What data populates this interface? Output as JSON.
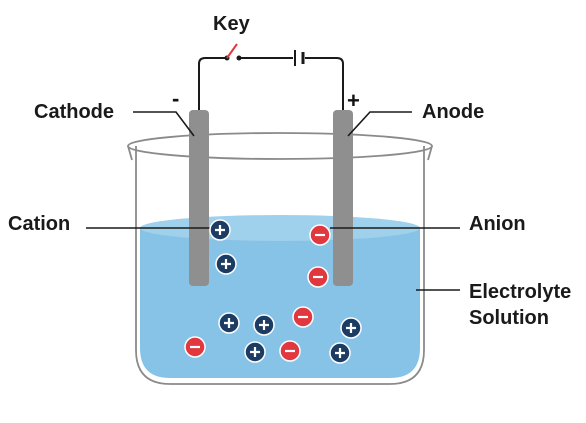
{
  "labels": {
    "key": "Key",
    "cathode": "Cathode",
    "anode": "Anode",
    "cathode_sign": "-",
    "anode_sign": "+",
    "cation": "Cation",
    "anion": "Anion",
    "electrolyte_line1": "Electrolyte",
    "electrolyte_line2": "Solution"
  },
  "colors": {
    "electrolyte": "#86c3e6",
    "electrolyte_surface": "#9fd0ec",
    "electrode": "#8f8f8f",
    "cation": "#1d3c63",
    "anion": "#e0383e",
    "wire": "#1a1a1a",
    "switch_lever": "#e0383e"
  },
  "icons": {
    "cation": "plus-ion-icon",
    "anion": "minus-ion-icon",
    "battery": "battery-cell-icon",
    "key": "key-switch-icon"
  }
}
